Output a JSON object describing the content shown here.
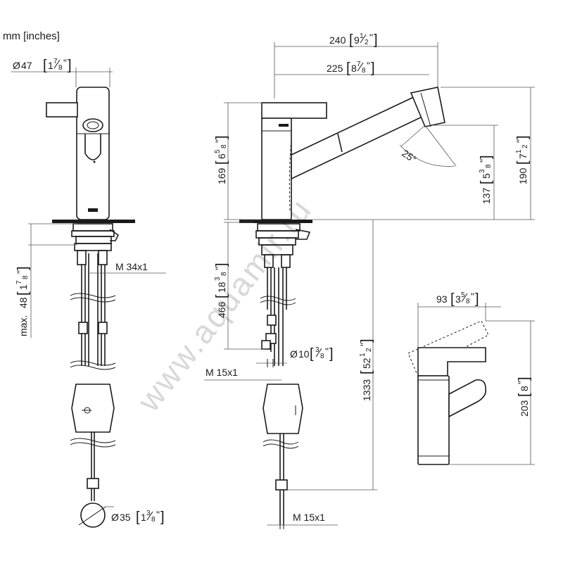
{
  "units_label": "mm [inches]",
  "watermark": "www.aquamir.ru",
  "front_view": {
    "diameter_top": {
      "value": "47",
      "symbol": "Ø",
      "whole": "1",
      "frac_num": "7",
      "frac_den": "8"
    },
    "max_depth": {
      "prefix": "max.",
      "value": "48",
      "whole": "1",
      "frac_num": "7",
      "frac_den": "8"
    },
    "thread": "M 34x1",
    "diameter_hole": {
      "value": "35",
      "symbol": "Ø",
      "whole": "1",
      "frac_num": "3",
      "frac_den": "8"
    }
  },
  "side_view": {
    "length_outer": {
      "value": "240",
      "whole": "9",
      "frac_num": "1",
      "frac_den": "2"
    },
    "length_inner": {
      "value": "225",
      "whole": "8",
      "frac_num": "7",
      "frac_den": "8"
    },
    "height_body": {
      "value": "169",
      "whole": "6",
      "frac_num": "5",
      "frac_den": "8"
    },
    "height_spout": {
      "value": "137",
      "whole": "5",
      "frac_num": "3",
      "frac_den": "8"
    },
    "height_total": {
      "value": "190",
      "whole": "7",
      "frac_num": "1",
      "frac_den": "2"
    },
    "angle": "25°",
    "hose_len": {
      "value": "466",
      "whole": "18",
      "frac_num": "3",
      "frac_den": "8"
    },
    "total_len": {
      "value": "1333",
      "whole": "52",
      "frac_num": "1",
      "frac_den": "2"
    },
    "pipe_diameter": {
      "value": "10",
      "symbol": "Ø",
      "whole": "",
      "frac_num": "3",
      "frac_den": "8"
    },
    "thread_upper": "M 15x1",
    "thread_lower": "M 15x1"
  },
  "lever_view": {
    "width": {
      "value": "93",
      "whole": "3",
      "frac_num": "5",
      "frac_den": "8"
    },
    "height": {
      "value": "203",
      "whole": "8",
      "frac_num": "",
      "frac_den": ""
    }
  }
}
